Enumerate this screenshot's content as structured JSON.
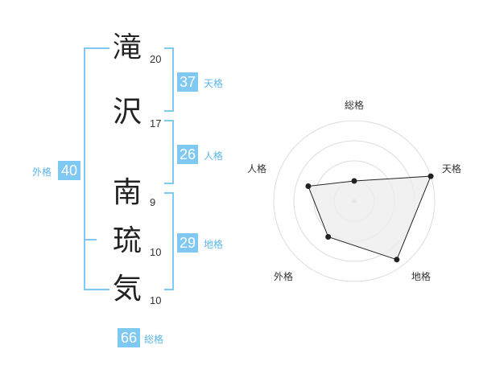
{
  "name_chars": [
    {
      "char": "滝",
      "strokes": "20"
    },
    {
      "char": "沢",
      "strokes": "17"
    },
    {
      "char": "南",
      "strokes": "9"
    },
    {
      "char": "琉",
      "strokes": "10"
    },
    {
      "char": "気",
      "strokes": "10"
    }
  ],
  "fortunes": {
    "tenkaku": {
      "value": "37",
      "label": "天格"
    },
    "jinkaku": {
      "value": "26",
      "label": "人格"
    },
    "chikaku": {
      "value": "29",
      "label": "地格"
    },
    "gaikaku": {
      "value": "40",
      "label": "外格"
    },
    "soukaku": {
      "value": "66",
      "label": "総格"
    }
  },
  "radar": {
    "labels": {
      "soukaku": "総格",
      "tenkaku": "天格",
      "chikaku": "地格",
      "gaikaku": "外格",
      "jinkaku": "人格"
    },
    "rings": 4
  },
  "colors": {
    "accent": "#7ec8f2",
    "accent_text": "#5bb6ea",
    "radar_fill": "#eeeeee",
    "radar_line": "#222222"
  },
  "chart_data": {
    "type": "radar",
    "axes": [
      "総格",
      "天格",
      "地格",
      "外格",
      "人格"
    ],
    "values": [
      0.25,
      1.0,
      0.9,
      0.55,
      0.6
    ],
    "scale_max": 1.0,
    "grid": true
  }
}
